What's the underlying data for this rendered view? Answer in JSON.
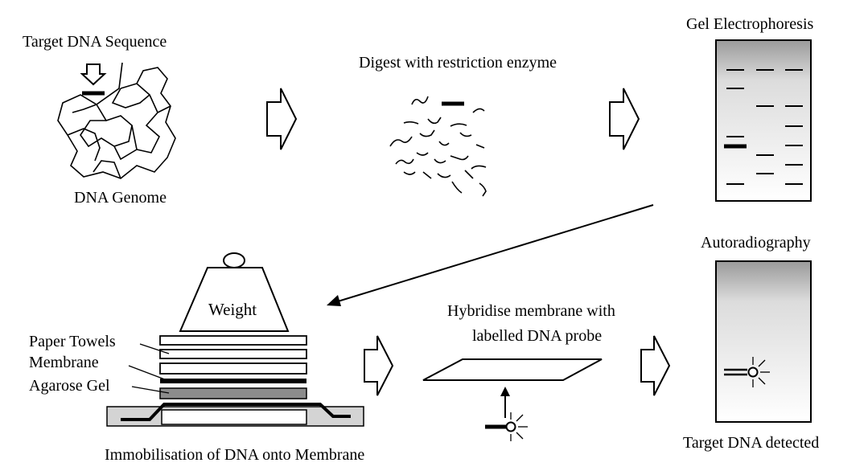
{
  "labels": {
    "target_sequence": "Target DNA Sequence",
    "genome": "DNA Genome",
    "digest": "Digest with restriction enzyme",
    "gel_electrophoresis": "Gel  Electrophoresis",
    "autoradiography": "Autoradiography",
    "weight": "Weight",
    "paper_towels": "Paper Towels",
    "membrane": "Membrane",
    "agarose_gel": "Agarose Gel",
    "hybridise_line1": "Hybridise membrane with",
    "hybridise_line2": "labelled DNA probe",
    "immobilisation": "Immobilisation of DNA onto Membrane",
    "target_detected": "Target DNA detected"
  },
  "colors": {
    "ink": "#000000",
    "gel_gradient_top": "#9a9a9a",
    "gel_gradient_bottom": "#ffffff",
    "agarose_fill": "#8c8c8c",
    "tray_fill": "#d4d4d4"
  }
}
